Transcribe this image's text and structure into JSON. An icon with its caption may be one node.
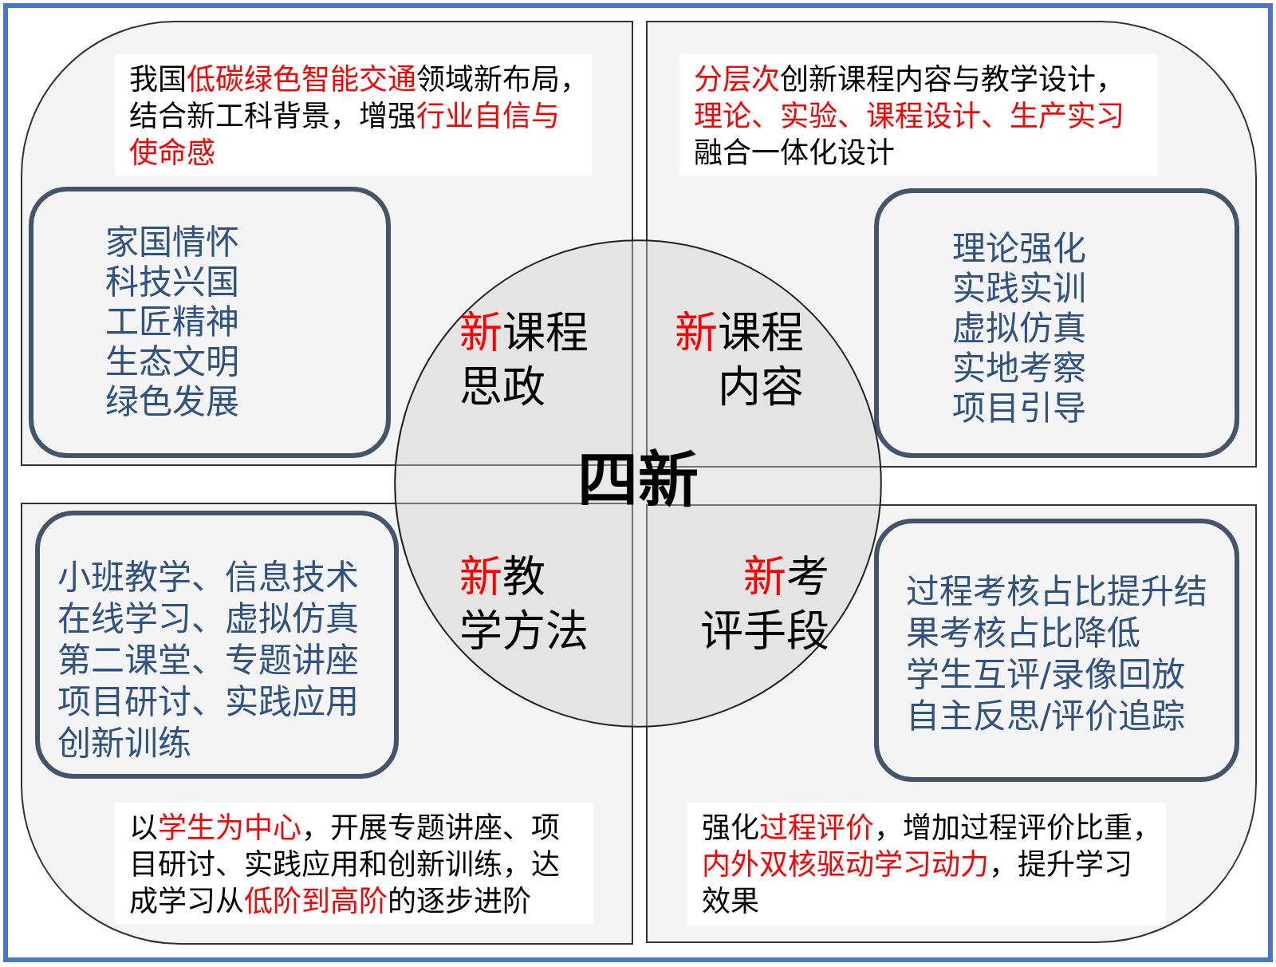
{
  "diagram": {
    "nodes": [
      {
        "text": [
          "我国**低碳绿色智能交通**领域新布局，结合新工科背景，增强**行业自信与使命感**"
        ]
      },
      {
        "text": [
          "家国情怀",
          "科技兴国",
          "工匠精神",
          "生态文明",
          "绿色发展"
        ],
        "in": 0
      },
      {
        "text": [
          "**分层次**创新课程内容与教学设计，**理论、实验、课程设计、生产实习**融合一体化设计"
        ]
      },
      {
        "text": [
          "理论强化",
          "实践实训",
          "虚拟仿真",
          "实地考察",
          "项目引导"
        ],
        "in": 2
      },
      {
        "text": [
          "**新**课程思政",
          "**新**课程内容",
          "四新",
          "**新**教学方法",
          "**新**考评手段"
        ]
      },
      {
        "text": [
          "以**学生为中心**，开展专题讲座、项目研讨、实践应用和创新训练，达成学习从**低阶到高阶**的逐步进阶"
        ]
      },
      {
        "text": [
          "小班教学、信息技术",
          "在线学习、虚拟仿真",
          "第二课堂、专题讲座",
          "项目研讨、实践应用",
          "创新训练"
        ],
        "in": 5
      },
      {
        "text": [
          "强化**过程评价**，增加过程评价比重，**内外双核驱动学习动力**，提升学习效果"
        ]
      },
      {
        "text": [
          "过程考核占比提升结果考核占比降低",
          "学生互评/录像回放",
          "自主反思/评价追踪"
        ],
        "in": 7
      }
    ]
  }
}
